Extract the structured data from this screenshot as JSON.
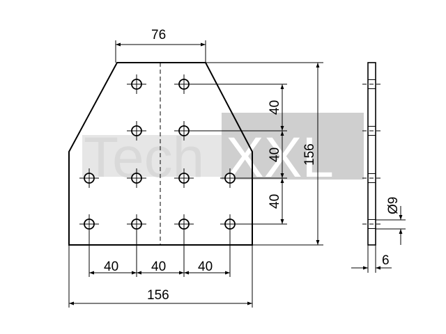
{
  "drawing": {
    "watermark": {
      "text_left": "Tech",
      "text_right": "XXL",
      "band_color": "#cfcfcf"
    },
    "dimensions": {
      "top_width": "76",
      "right_height": "156",
      "spacing_v1": "40",
      "spacing_v2": "40",
      "spacing_v3": "40",
      "spacing_h1": "40",
      "spacing_h2": "40",
      "spacing_h3": "40",
      "bottom_width": "156",
      "hole_diameter": "Ø9",
      "thickness": "6"
    },
    "colors": {
      "line": "#000000",
      "background": "#ffffff"
    }
  }
}
